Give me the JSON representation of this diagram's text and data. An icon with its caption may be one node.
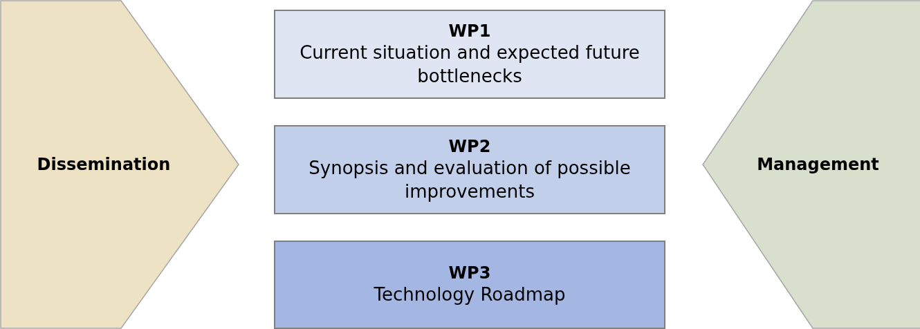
{
  "diagram": {
    "nodes": [
      {
        "text": [
          "Dissemination"
        ]
      },
      {
        "text": [
          "WP1",
          "Current situation and expected future bottlenecks"
        ]
      },
      {
        "text": [
          "WP2",
          "Synopsis and evaluation of possible improvements"
        ]
      },
      {
        "text": [
          "WP3",
          "Technology Roadmap"
        ]
      },
      {
        "text": [
          "Management"
        ]
      }
    ]
  }
}
